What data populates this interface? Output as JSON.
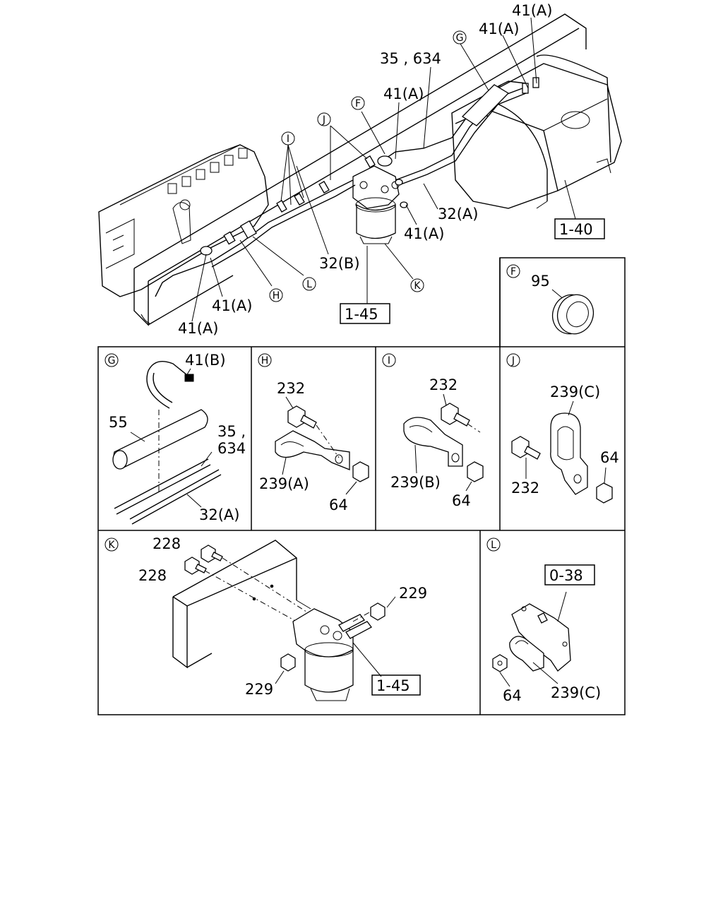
{
  "main_view": {
    "callouts": [
      "41(A)",
      "41(A)",
      "35 , 634",
      "41(A)",
      "32(A)",
      "41(A)",
      "32(B)",
      "41(A)",
      "41(A)"
    ],
    "refs": [
      "1-40",
      "1-45"
    ],
    "circles": [
      "G",
      "F",
      "J",
      "I",
      "H",
      "L",
      "K"
    ]
  },
  "panel_f": {
    "letter": "F",
    "parts": [
      "95"
    ]
  },
  "panel_g": {
    "letter": "G",
    "parts": [
      "41(B)",
      "55",
      "35 ,",
      "634",
      "32(A)"
    ]
  },
  "panel_h": {
    "letter": "H",
    "parts": [
      "232",
      "239(A)",
      "64"
    ]
  },
  "panel_i": {
    "letter": "I",
    "parts": [
      "232",
      "239(B)",
      "64"
    ]
  },
  "panel_j": {
    "letter": "J",
    "parts": [
      "239(C)",
      "64",
      "232"
    ]
  },
  "panel_k": {
    "letter": "K",
    "parts": [
      "228",
      "228",
      "229",
      "229"
    ],
    "ref": "1-45"
  },
  "panel_l": {
    "letter": "L",
    "ref": "0-38",
    "parts": [
      "64",
      "239(C)"
    ]
  }
}
